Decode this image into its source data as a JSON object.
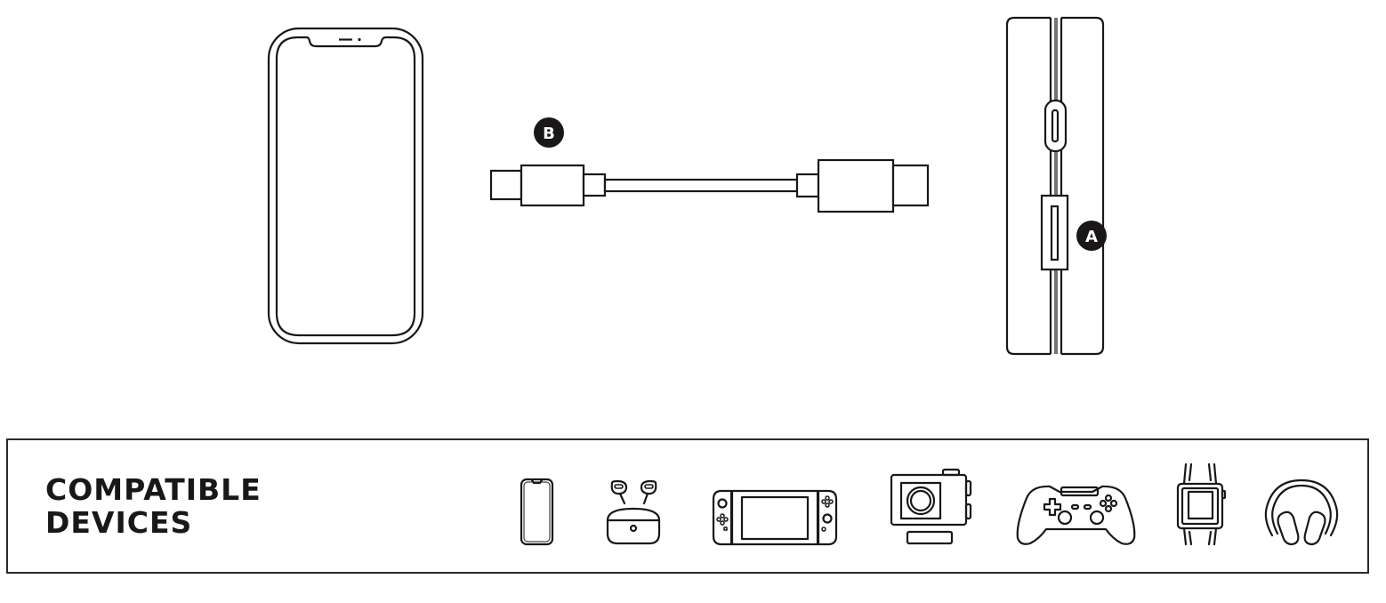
{
  "diagram": {
    "components": [
      {
        "id": "phone",
        "name": "Smartphone"
      },
      {
        "id": "cable",
        "name": "USB-C to USB-C cable",
        "label": "B"
      },
      {
        "id": "power_bank",
        "name": "Power bank (side view)",
        "label": "A"
      }
    ],
    "labels": {
      "cable_label": "B",
      "port_label": "A"
    },
    "colors": {
      "line": "#1a1718",
      "label_bg": "#1a1718",
      "label_text": "#ffffff",
      "background": "#ffffff"
    }
  },
  "compatible_devices": {
    "title_line1": "COMPATIBLE",
    "title_line2": "DEVICES",
    "devices": [
      {
        "icon": "smartphone-icon"
      },
      {
        "icon": "earbuds-icon"
      },
      {
        "icon": "handheld-console-icon"
      },
      {
        "icon": "action-camera-icon"
      },
      {
        "icon": "gamepad-icon"
      },
      {
        "icon": "smartwatch-icon"
      },
      {
        "icon": "headphones-icon"
      }
    ]
  }
}
